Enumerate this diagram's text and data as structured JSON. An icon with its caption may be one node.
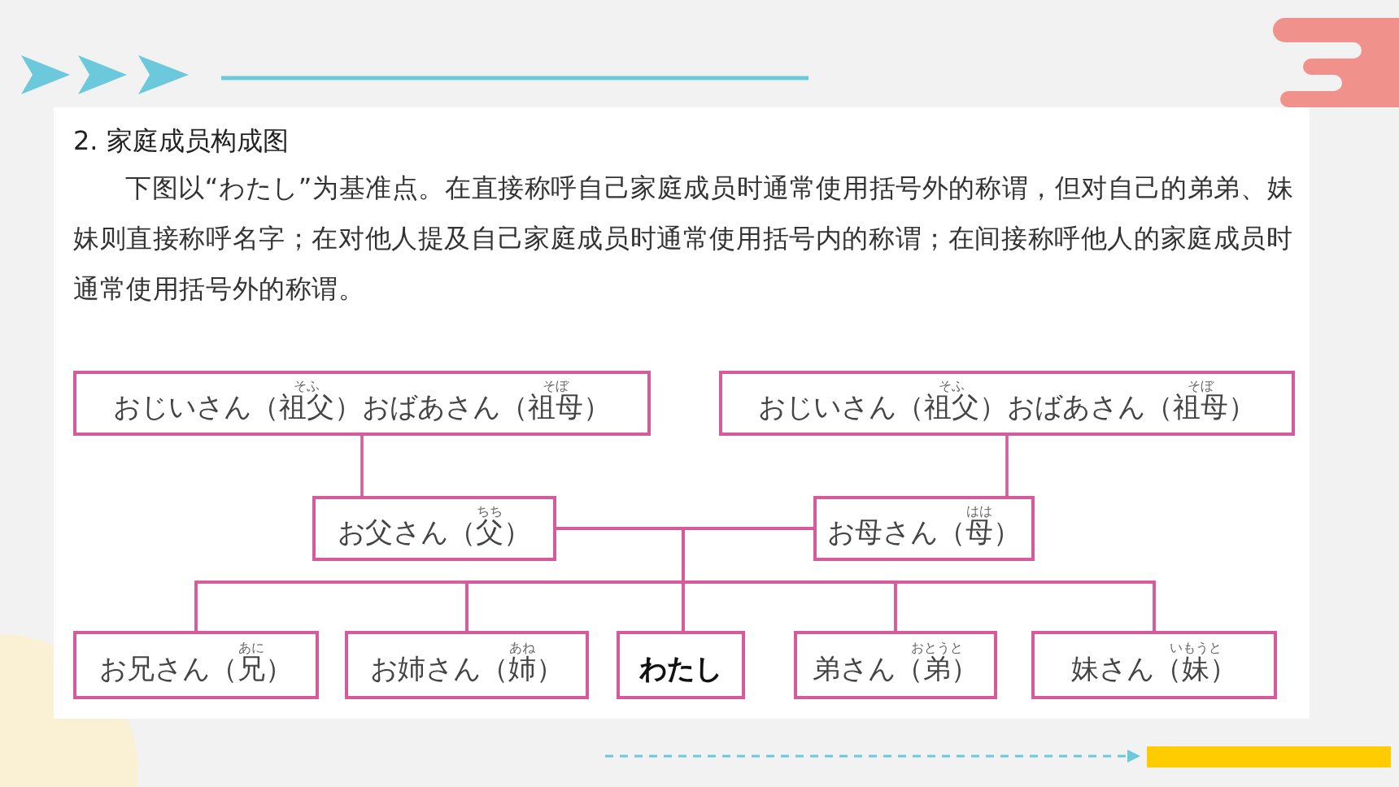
{
  "diagram": {
    "title": "2. 家庭成员构成图",
    "nodes": [
      {
        "text": [
          "そふ",
          "そぼ",
          "おじいさん（祖父）おばあさん（祖母）"
        ]
      },
      {
        "text": [
          "そふ",
          "そぼ",
          "おじいさん（祖父）おばあさん（祖母）"
        ]
      },
      {
        "text": [
          "ちち",
          "お父さん（父）"
        ]
      },
      {
        "text": [
          "はは",
          "お母さん（母）"
        ]
      },
      {
        "text": [
          "あに",
          "お兄さん（兄）"
        ]
      },
      {
        "text": [
          "あね",
          "お姉さん（姉）"
        ]
      },
      {
        "text": [
          "わたし"
        ]
      },
      {
        "text": [
          "おとうと",
          "弟さん（弟）"
        ]
      },
      {
        "text": [
          "いもうと",
          "妹さん（妹）"
        ]
      }
    ],
    "edges": [
      {
        "from": 0,
        "to": 2,
        "arrow": "none"
      },
      {
        "from": 1,
        "to": 3,
        "arrow": "none"
      },
      {
        "from": 2,
        "to": 3,
        "arrow": "none"
      },
      {
        "from": 2,
        "to": 4,
        "arrow": "none"
      },
      {
        "from": 2,
        "to": 5,
        "arrow": "none"
      },
      {
        "from": 2,
        "to": 6,
        "arrow": "none"
      },
      {
        "from": 2,
        "to": 7,
        "arrow": "none"
      },
      {
        "from": 2,
        "to": 8,
        "arrow": "none"
      },
      {
        "from": 3,
        "to": 4,
        "arrow": "none"
      },
      {
        "from": 3,
        "to": 5,
        "arrow": "none"
      },
      {
        "from": 3,
        "to": 6,
        "arrow": "none"
      },
      {
        "from": 3,
        "to": 7,
        "arrow": "none"
      },
      {
        "from": 3,
        "to": 8,
        "arrow": "none"
      }
    ],
    "labels": [
      "下图以“わたし”为基准点。在直接称呼自己家庭成员时通常使用括号外的称谓，但对自己的弟弟、妹妹则直接称呼名字；在对他人提及自己家庭成员时通常使用括号内的称谓；在间接称呼他人的家庭成员时通常使用括号外的称谓。"
    ]
  }
}
